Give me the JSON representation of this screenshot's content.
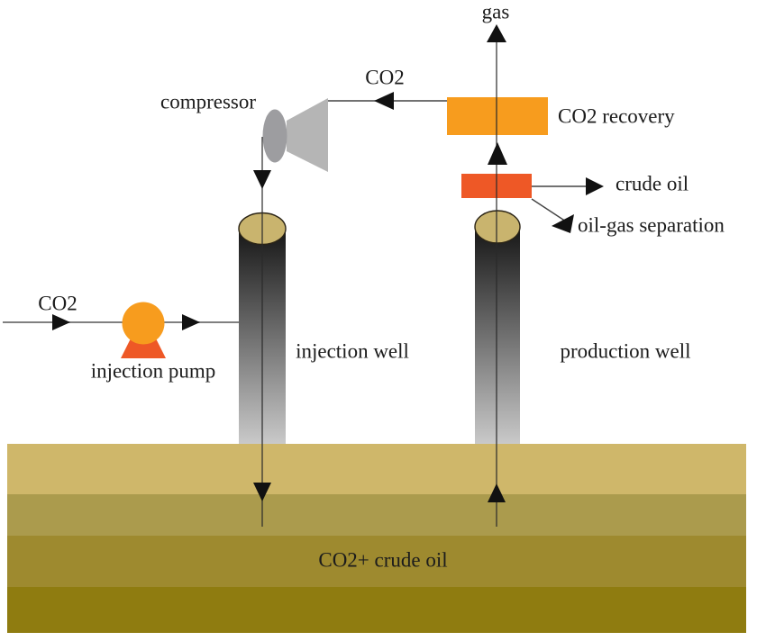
{
  "diagram": {
    "type": "process-flow",
    "subject": "CO2 enhanced oil recovery loop",
    "labels": {
      "gas": "gas",
      "co2_to_compressor": "CO2",
      "compressor": "compressor",
      "co2_recovery": "CO2 recovery",
      "crude_oil": "crude oil",
      "oil_gas_separation": "oil-gas separation",
      "co2_inlet": "CO2",
      "injection_pump": "injection pump",
      "injection_well": "injection well",
      "production_well": "production well",
      "reservoir": "CO2+ crude oil"
    },
    "flow": [
      "CO2 inlet -> injection pump -> injection well -> reservoir (CO2+ crude oil)",
      "reservoir -> production well -> oil-gas separation -> crude oil out",
      "oil-gas separation -> CO2 recovery -> gas out (top)",
      "CO2 recovery -> CO2 -> compressor -> injection well"
    ]
  },
  "colors": {
    "orange": "#f79c1e",
    "deep_orange": "#ee5826",
    "cone_gray": "#b5b5b5",
    "hub_gray": "#9d9da0",
    "wellhead_tan": "#c9b46e",
    "well_dark": "#161616",
    "well_light": "#c9c9c9",
    "ground": [
      "#cfb76a",
      "#ab9b4d",
      "#9e8a2f",
      "#8f7c10"
    ],
    "pipe_gray": "#808080",
    "line": "#444444",
    "flow_line": "#2a2a2a",
    "arrow": "#111111",
    "text": "#1c1c1c"
  }
}
